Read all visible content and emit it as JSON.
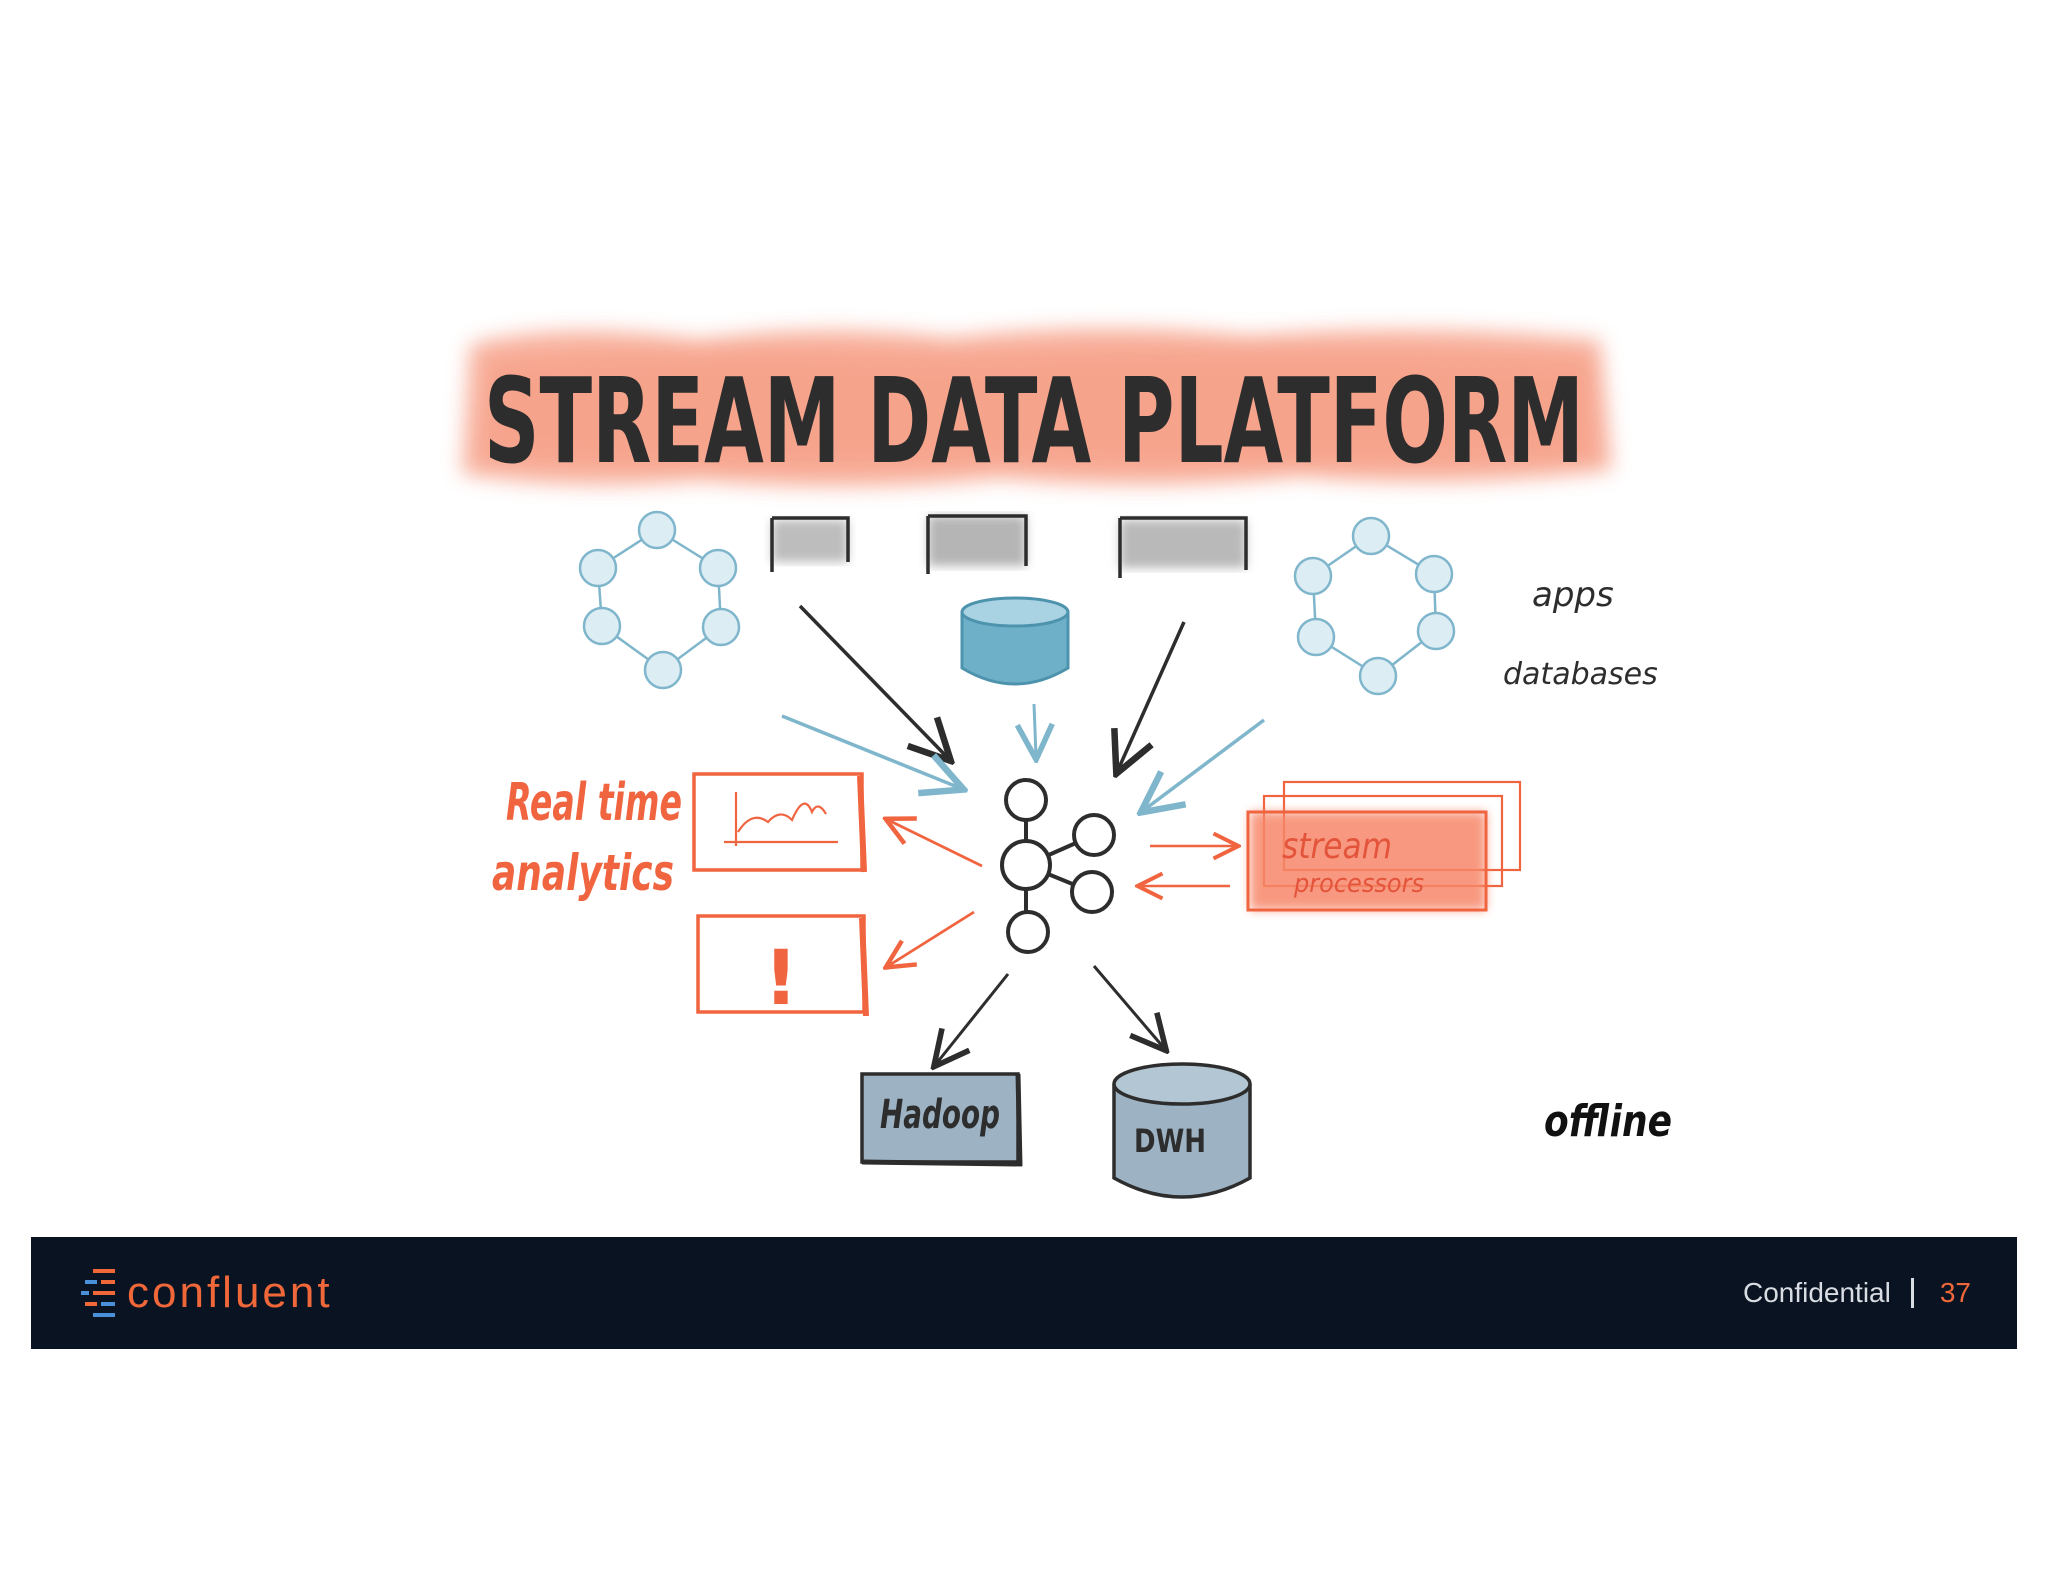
{
  "diagram": {
    "title": "STREAM DATA PLATFORM",
    "labels": {
      "apps": "apps",
      "databases": "databases",
      "realtime_line1": "Real time",
      "realtime_line2": "analytics",
      "stream_line1": "stream",
      "stream_line2": "processors",
      "hadoop": "Hadoop",
      "dwh": "DWH",
      "offline": "offline",
      "alert": "!"
    },
    "colors": {
      "ink": "#2d2d2d",
      "accent_orange": "#f0643f",
      "highlight": "#f7a58e",
      "light_blue": "#7fb6cc",
      "blue_fill": "#cde6f0",
      "db_blue": "#6fb0c9",
      "slate": "#9db3c4",
      "gray_box": "#bdbdbd"
    }
  },
  "footer": {
    "logo_text": "confluent",
    "confidential": "Confidential",
    "page_number": "37"
  },
  "icons": {
    "logo": "confluent-logo-icon",
    "kafka": "kafka-cluster-icon"
  }
}
